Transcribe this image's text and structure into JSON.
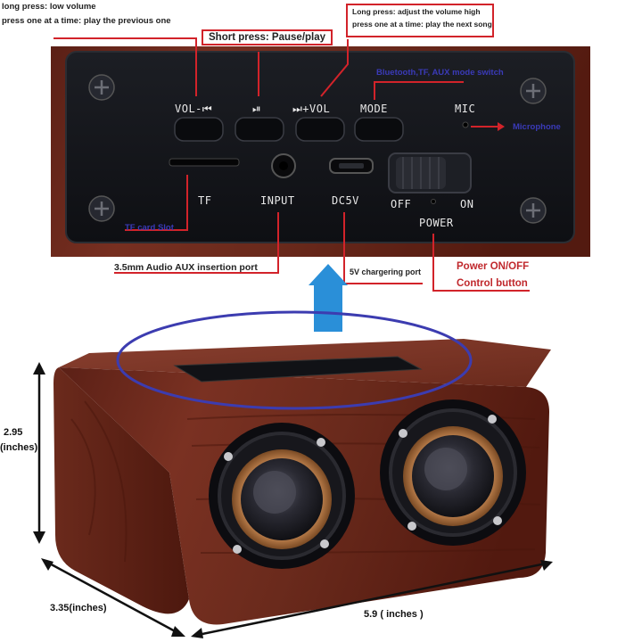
{
  "annotations": {
    "vol_minus_line1": "long press: low volume",
    "vol_minus_line2": "press one at a time: play the previous one",
    "short_press": "Short press: Pause/play",
    "vol_plus_line1": "Long press: adjust the volume high",
    "vol_plus_line2": "press one at a time: play the next song",
    "mode_switch": "Bluetooth,TF, AUX mode switch",
    "microphone": "Microphone",
    "tf_slot": "TF card Slot",
    "aux_port": "3.5mm Audio AUX insertion port",
    "charging_port": "5V chargering port",
    "power_line1": "Power ON/OFF",
    "power_line2": "Control button"
  },
  "panel": {
    "vol_minus": "VOL-⏮",
    "play_pause": "⏯",
    "vol_plus": "⏭+VOL",
    "mode": "MODE",
    "mic": "MIC",
    "tf": "TF",
    "input": "INPUT",
    "dc5v": "DC5V",
    "off": "OFF",
    "on": "ON",
    "power": "POWER"
  },
  "dimensions": {
    "height": "2.95",
    "height_unit": "(inches)",
    "depth": "3.35(inches)",
    "width": "5.9 ( inches )"
  },
  "colors": {
    "panel": "#15171c",
    "wood": "#6e2a1e",
    "annotation_red": "#d2232a",
    "arrow_blue": "#2a8fd8",
    "ellipse": "#3c3cb0"
  }
}
